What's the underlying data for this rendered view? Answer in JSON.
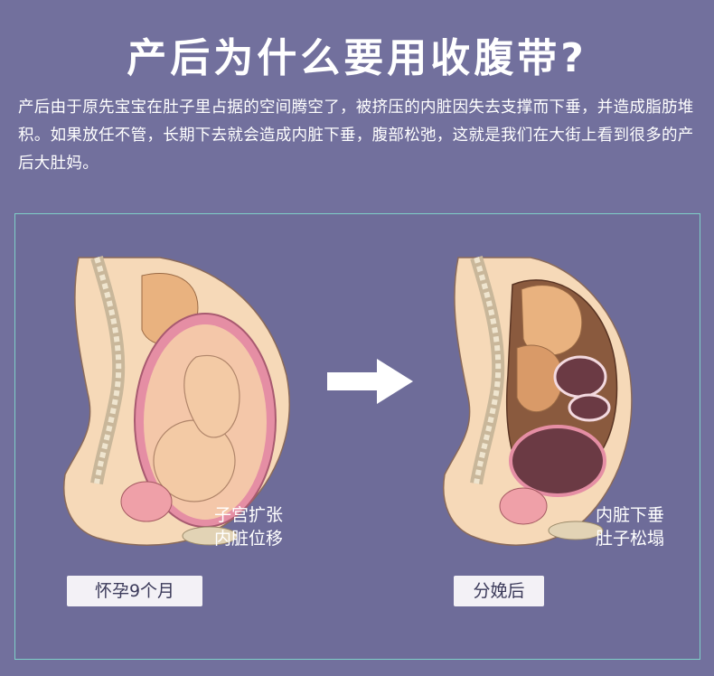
{
  "title": "产后为什么要用收腹带?",
  "intro": "产后由于原先宝宝在肚子里占据的空间腾空了，被挤压的内脏因失去支撑而下垂，并造成脂肪堆积。如果放任不管，长期下去就会造成内脏下垂，腹部松弛，这就是我们在大街上看到很多的产后大肚妈。",
  "left_panel": {
    "caption_line1": "子宫扩张",
    "caption_line2": "内脏位移",
    "tag": "怀孕9个月"
  },
  "right_panel": {
    "caption_line1": "内脏下垂",
    "caption_line2": "肚子松塌",
    "tag": "分娩后"
  },
  "colors": {
    "background": "#72709d",
    "border": "#7fd0c8",
    "skin": "#f6d9b8",
    "organ": "#e9b27f",
    "uterus": "#e58ea4",
    "dark_organ": "#6b3a44"
  }
}
